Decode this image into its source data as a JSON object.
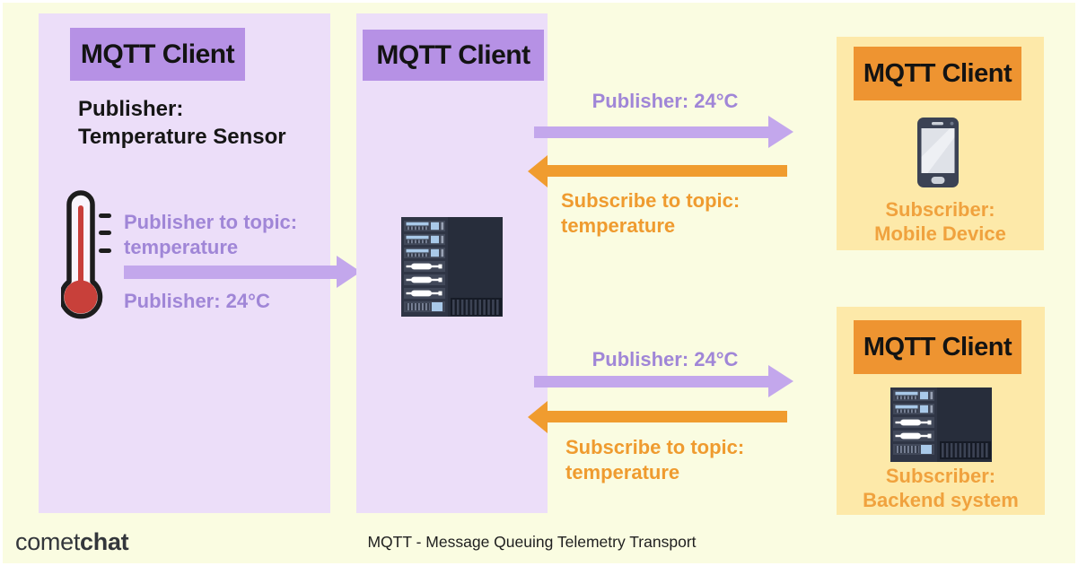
{
  "colors": {
    "background": "#fafce1",
    "panel_lavender": "#ecdef9",
    "header_purple": "#b691e5",
    "panel_yellow": "#fde9a9",
    "header_orange": "#ee9431",
    "arrow_purple": "#c3a7ec",
    "arrow_orange": "#f09c2f",
    "text_purple": "#a086d7",
    "text_orange": "#ef9b2f",
    "thermometer_red": "#c8403a",
    "server_dark": "#2f3545"
  },
  "panels": {
    "publisher_client": {
      "header": "MQTT Client",
      "role_lines": [
        "Publisher:",
        "Temperature Sensor"
      ],
      "topic_lines": [
        "Publisher to topic:",
        "temperature"
      ],
      "publish_value": "Publisher: 24°C",
      "icon": "thermometer-icon"
    },
    "broker_client": {
      "header": "MQTT Client",
      "icon": "server-rack-icon"
    },
    "mobile_subscriber": {
      "header": "MQTT Client",
      "label_lines": [
        "Subscriber:",
        "Mobile Device"
      ],
      "icon": "mobile-phone-icon"
    },
    "backend_subscriber": {
      "header": "MQTT Client",
      "label_lines": [
        "Subscriber:",
        "Backend system"
      ],
      "icon": "server-rack-icon"
    }
  },
  "flows": {
    "mobile": {
      "publish_label": "Publisher: 24°C",
      "subscribe_lines": [
        "Subscribe to topic:",
        "temperature"
      ]
    },
    "backend": {
      "publish_label": "Publisher: 24°C",
      "subscribe_lines": [
        "Subscribe to topic:",
        "temperature"
      ]
    }
  },
  "footer": {
    "logo_regular": "comet",
    "logo_bold": "chat",
    "caption": "MQTT - Message Queuing Telemetry Transport"
  }
}
